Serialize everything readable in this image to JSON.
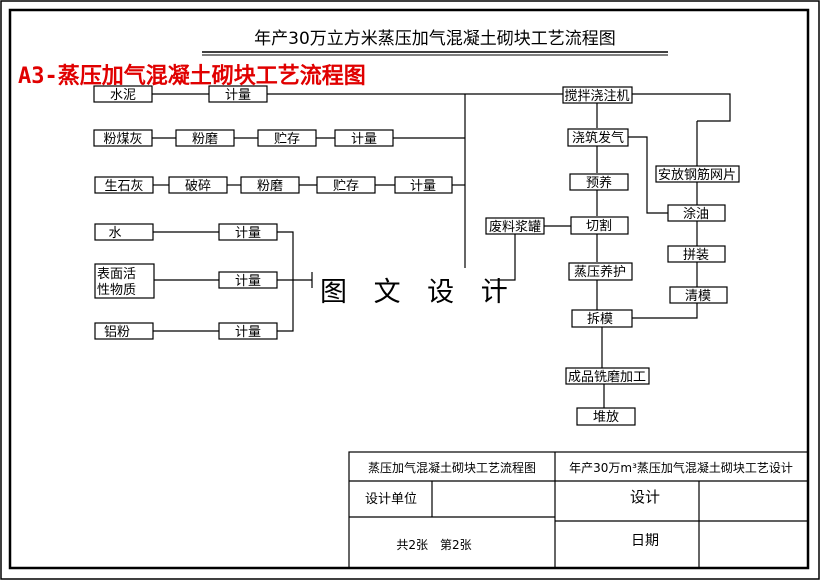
{
  "title": "年产30万立方米蒸压加气混凝土砌块工艺流程图",
  "subtitle": "A3-蒸压加气混凝土砌块工艺流程图",
  "watermark": "图 文 设 计",
  "colors": {
    "line": "#000000",
    "subtitle": "#e00000",
    "background": "#ffffff"
  },
  "nodes": {
    "shuini": "水泥",
    "jiliang": "计量",
    "fenmeihui": "粉煤灰",
    "fenmo": "粉磨",
    "zhucun": "贮存",
    "shengshihui": "生石灰",
    "posui": "破碎",
    "shui": "水",
    "biaomian": "表面活\n性物质",
    "lvfen": "铝粉",
    "jiaoban": "搅拌浇注机",
    "jiaozhu": "浇筑发气",
    "yuyang": "预养",
    "qiege": "切割",
    "feiliao": "废料浆罐",
    "zhengya": "蒸压养护",
    "chaimo": "拆模",
    "chengpin": "成品铣磨加工",
    "duifang": "堆放",
    "anfang": "安放钢筋网片",
    "tuyou": "涂油",
    "pinzhuang": "拼装",
    "qingmo": "清模"
  },
  "title_block": {
    "drawing_name": "蒸压加气混凝土砌块工艺流程图",
    "project_name": "年产30万m³蒸压加气混凝土砌块工艺设计",
    "design_unit": "设计单位",
    "design": "设计",
    "sheets": "共2张　第2张",
    "date": "日期"
  }
}
